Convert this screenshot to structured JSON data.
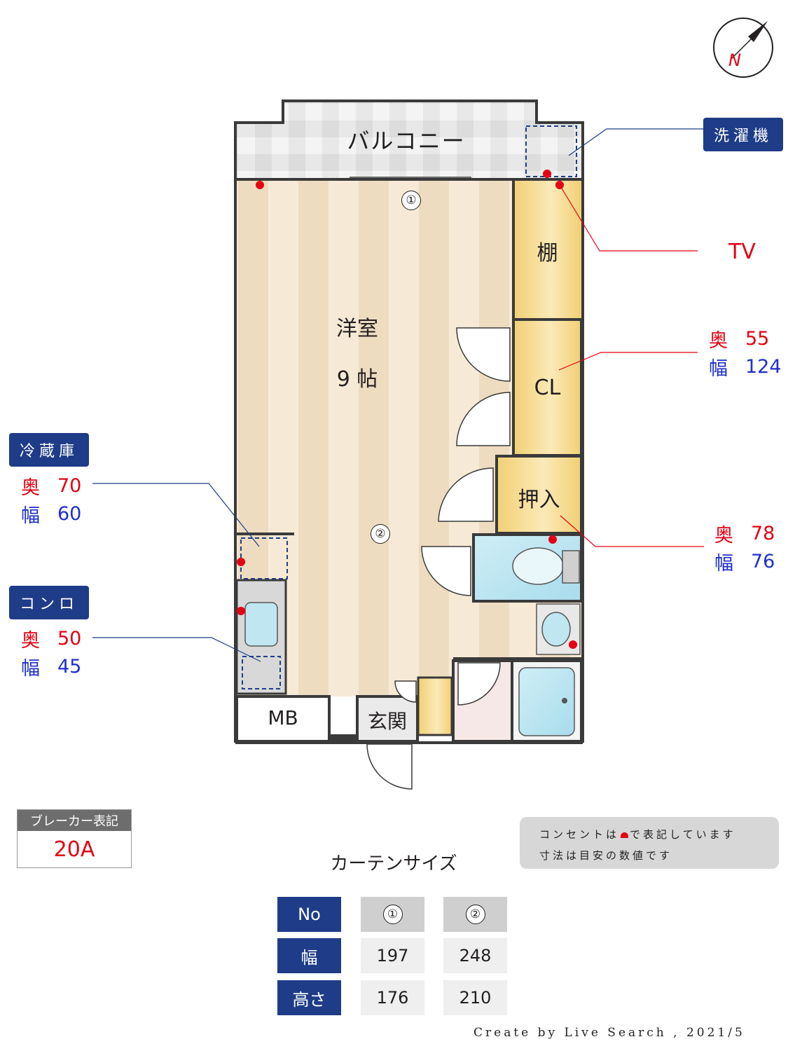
{
  "compass": {
    "icon": "north-arrow-icon",
    "letter": "N"
  },
  "rooms": {
    "balcony": "バルコニー",
    "western_room": "洋室",
    "western_size": "9 帖",
    "shelf": "棚",
    "closet": "CL",
    "oshiire": "押入",
    "mb": "MB",
    "genkan": "玄関"
  },
  "window_markers": {
    "one": "①",
    "two": "②"
  },
  "appliances": {
    "washer": {
      "title": "洗濯機"
    },
    "tv": {
      "title": "TV"
    },
    "cl": {
      "depth_label": "奥",
      "depth": "55",
      "width_label": "幅",
      "width": "124"
    },
    "fridge": {
      "title": "冷蔵庫",
      "depth_label": "奥",
      "depth": "70",
      "width_label": "幅",
      "width": "60"
    },
    "stove": {
      "title": "コンロ",
      "depth_label": "奥",
      "depth": "50",
      "width_label": "幅",
      "width": "45"
    },
    "oshiire": {
      "depth_label": "奥",
      "depth": "78",
      "width_label": "幅",
      "width": "76"
    }
  },
  "breaker": {
    "title": "ブレーカー表記",
    "value": "20A"
  },
  "notes": {
    "line1_before": "コンセントは",
    "line1_after": "で表記しています",
    "line2": "寸法は目安の数値です"
  },
  "curtain": {
    "title": "カーテンサイズ",
    "headers": [
      "No",
      "①",
      "②"
    ],
    "rows": [
      {
        "label": "幅",
        "values": [
          "197",
          "248"
        ]
      },
      {
        "label": "高さ",
        "values": [
          "176",
          "210"
        ]
      }
    ]
  },
  "footer": {
    "credit": "Create by Live Search , 2021/5"
  },
  "colors": {
    "navy": "#1e3c88",
    "red": "#e50012",
    "blue": "#1d2fd0",
    "wall": "#3a3a3a"
  }
}
